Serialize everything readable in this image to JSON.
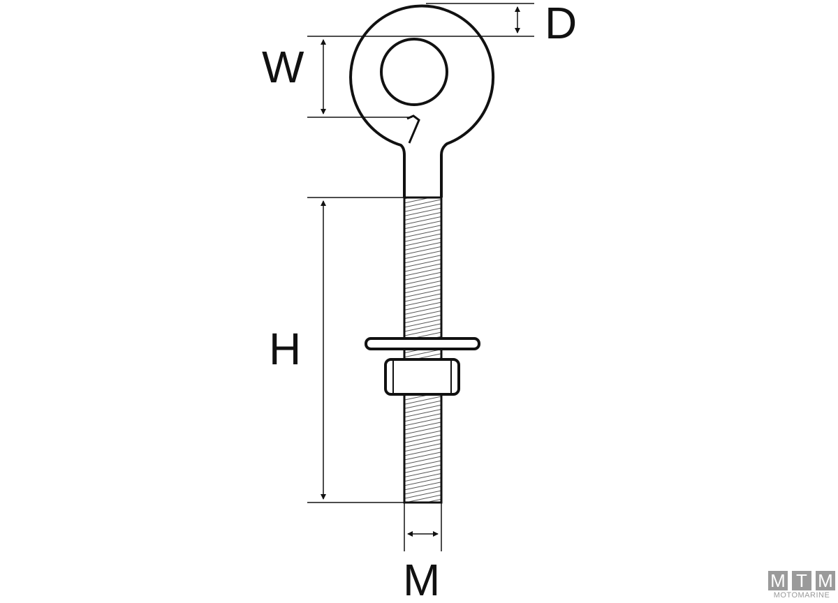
{
  "labels": {
    "D": "D",
    "W": "W",
    "H": "H",
    "M": "M"
  },
  "logo": {
    "letters": [
      "M",
      "T",
      "M"
    ],
    "name": "MOTOMARINE"
  },
  "colors": {
    "line": "#111111",
    "logo": "#9a9a9a"
  }
}
